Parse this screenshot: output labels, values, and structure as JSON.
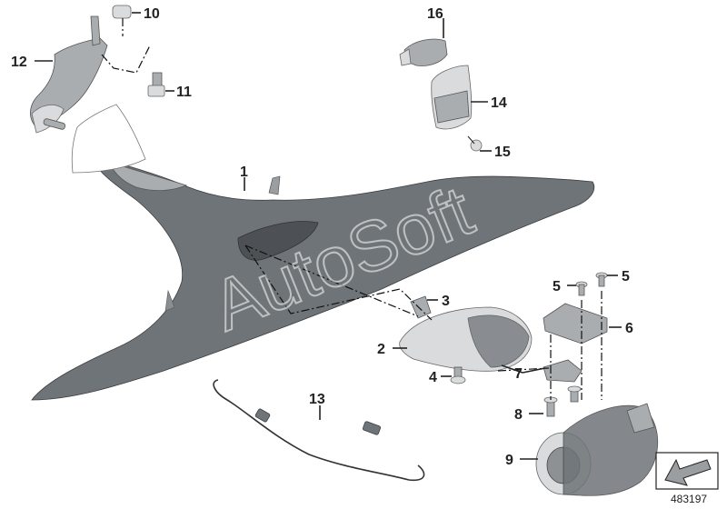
{
  "watermark": "AutoSoft",
  "diagram_number": "483197",
  "callouts": {
    "c1": "1",
    "c2": "2",
    "c3": "3",
    "c4": "4",
    "c5a": "5",
    "c5b": "5",
    "c6": "6",
    "c7": "7",
    "c8": "8",
    "c9": "9",
    "c10": "10",
    "c11": "11",
    "c12": "12",
    "c13": "13",
    "c14": "14",
    "c15": "15",
    "c16": "16"
  },
  "colors": {
    "fairing": "#6f7478",
    "parts_mid": "#a9adb0",
    "parts_light": "#d9dbdc"
  }
}
